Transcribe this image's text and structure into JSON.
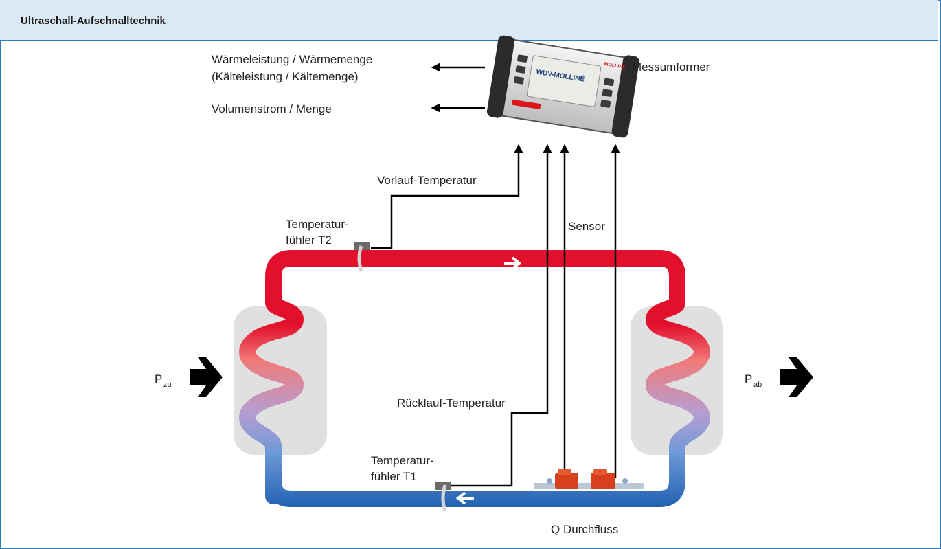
{
  "header": {
    "title": "Ultraschall-Aufschnalltechnik"
  },
  "labels": {
    "waermeleistung": "Wärmeleistung / Wärmemenge",
    "kaelteleistung": "(Kälteleistung / Kältemenge)",
    "volumenstrom": "Volumenstrom / Menge",
    "messumformer": "Messumformer",
    "vorlauf": "Vorlauf-Temperatur",
    "sensor": "Sensor",
    "t2_line1": "Temperatur-",
    "t2_line2": "fühler T2",
    "ruecklauf": "Rücklauf-Temperatur",
    "t1_line1": "Temperatur-",
    "t1_line2": "fühler T1",
    "durchfluss": "Q Durchfluss",
    "p_zu_main": "P",
    "p_zu_sub": "zu",
    "p_ab_main": "P",
    "p_ab_sub": "ab"
  },
  "device": {
    "brand": "WDV-MOLLINÉ",
    "tag": "MOLLINE"
  },
  "colors": {
    "frame": "#2a7bbf",
    "header_bg": "#dbe9f6",
    "hot": "#e3102c",
    "cold": "#1f5fb0",
    "exchanger_bg": "#e0e0e0"
  }
}
